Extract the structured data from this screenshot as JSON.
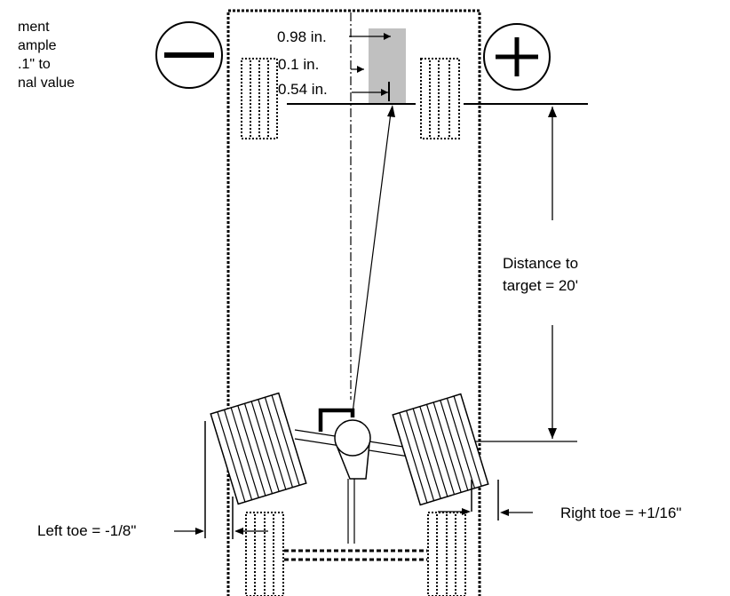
{
  "colors": {
    "ink": "#000000",
    "target_fill": "#c0c0c0",
    "background": "#ffffff"
  },
  "note_lines": [
    "ment",
    "ample",
    ".1\" to",
    "nal value"
  ],
  "measurements": {
    "top": "0.98 in.",
    "middle": "0.1 in.",
    "bottom": "0.54 in."
  },
  "distance_label": {
    "line1": "Distance to",
    "line2": "target = 20'"
  },
  "toe": {
    "left": "Left toe = -1/8\"",
    "right": "Right toe = +1/16\""
  },
  "icons": {
    "minus": "minus-circle-icon",
    "plus": "plus-circle-icon"
  }
}
